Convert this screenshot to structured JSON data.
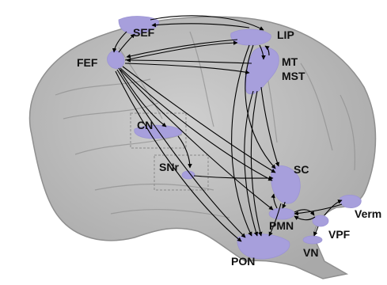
{
  "labels": {
    "sef": "SEF",
    "lip": "LIP",
    "fef": "FEF",
    "mt": "MT",
    "mst": "MST",
    "cn": "CN",
    "snr": "SNr",
    "sc": "SC",
    "pmn": "PMN",
    "verm": "Verm",
    "vpf": "VPF",
    "vn": "VN",
    "pon": "PON"
  },
  "colors": {
    "brain_fill": "#b9b9b9",
    "region_fill": "#a79fdc",
    "arrow": "#000000",
    "box_stroke": "#8a8a8a"
  }
}
